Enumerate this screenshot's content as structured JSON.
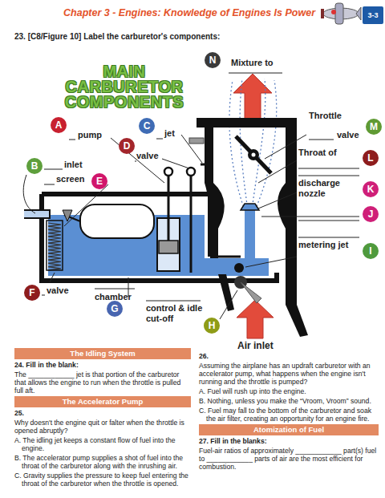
{
  "diagram": {
    "title": "Chapter 3 - Engines: Knowledge of Engines Is Power",
    "nodes": [
      {
        "text": [
          "3-3"
        ]
      },
      {
        "text": [
          "N"
        ]
      },
      {
        "text": [
          "A"
        ]
      },
      {
        "text": [
          "C"
        ]
      },
      {
        "text": [
          "M"
        ]
      },
      {
        "text": [
          "D"
        ]
      },
      {
        "text": [
          "L"
        ]
      },
      {
        "text": [
          "B"
        ]
      },
      {
        "text": [
          "E"
        ]
      },
      {
        "text": [
          "K"
        ]
      },
      {
        "text": [
          "J"
        ]
      },
      {
        "text": [
          "I"
        ]
      },
      {
        "text": [
          "F"
        ]
      },
      {
        "text": [
          "G"
        ]
      },
      {
        "text": [
          "H"
        ]
      },
      {
        "text": [
          "The Idling System"
        ]
      },
      {
        "text": [
          "The Accelerator Pump"
        ]
      },
      {
        "text": [
          "Atomization of Fuel"
        ]
      }
    ],
    "labels": [
      "23. [C8/Figure 10] Label the carburetor's components:",
      "MAIN CARBURETOR COMPONENTS",
      "Mixture to",
      "Throttle",
      "valve",
      "Throat of",
      "pump",
      "jet",
      "valve",
      "inlet",
      "screen",
      "discharge nozzle",
      "metering jet",
      "valve",
      "chamber",
      "control & idle cut-off",
      "Air inlet",
      "24. Fill in the blank:",
      "The ____________ jet is that portion of the carburetor that allows the engine to run when the throttle is pulled full aft.",
      "25.",
      "Why doesn't the engine quit or falter when the throttle is opened abruptly?",
      "A. The idling jet keeps a constant flow of fuel into the engine.",
      "B. The accelerator pump supplies a shot of fuel into the throat of the carburetor along with the inrushing air.",
      "C. Gravity supplies the pressure to keep fuel entering the throat of the carburetor when the throttle is opened.",
      "26.",
      "Assuming the airplane has an updraft carburetor with an accelerator pump, what happens when the engine isn't running and the throttle is pumped?",
      "A. Fuel will rush up into the engine.",
      "B. Nothing, unless you make the “Vroom, Vroom” sound.",
      "C. Fuel may fall to the bottom of the carburetor and soak the air filter, creating an opportunity for an engine fire.",
      "27. Fill in the blanks:",
      "Fuel-air ratios of approximately ____________ part(s) fuel to ____________ parts of air are the most efficient for combustion."
    ]
  }
}
